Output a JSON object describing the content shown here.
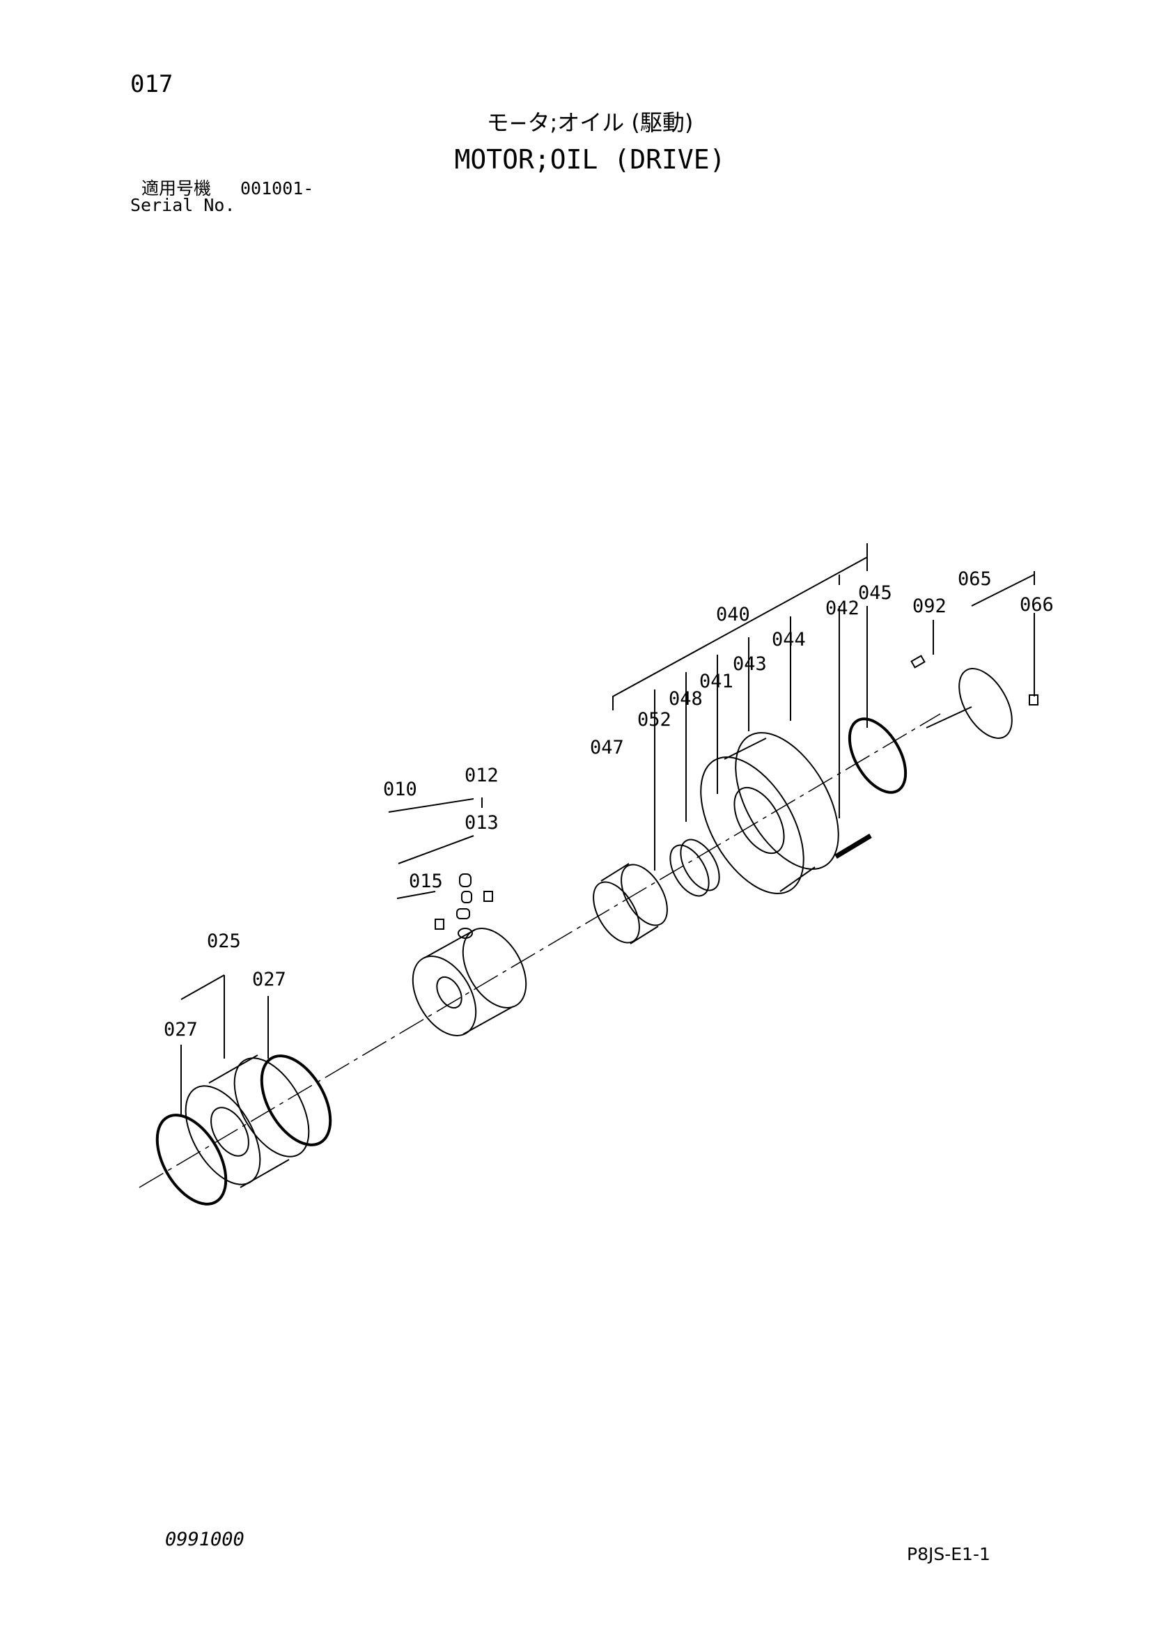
{
  "header": {
    "page_number": "017",
    "title_jp": "モ−タ;オイル (駆動)",
    "title_en": "MOTOR;OIL (DRIVE)",
    "serial_label_jp": "適用号機",
    "serial_value": "001001-",
    "serial_label_en": "Serial No."
  },
  "footer": {
    "left_code": "0991000",
    "right_code": "P8JS-E1-1"
  },
  "parts": {
    "p010": "010",
    "p012": "012",
    "p013": "013",
    "p015": "015",
    "p025": "025",
    "p027a": "027",
    "p027b": "027",
    "p040": "040",
    "p041": "041",
    "p042": "042",
    "p043": "043",
    "p044": "044",
    "p045": "045",
    "p047": "047",
    "p048": "048",
    "p052": "052",
    "p065": "065",
    "p066": "066",
    "p092": "092"
  }
}
